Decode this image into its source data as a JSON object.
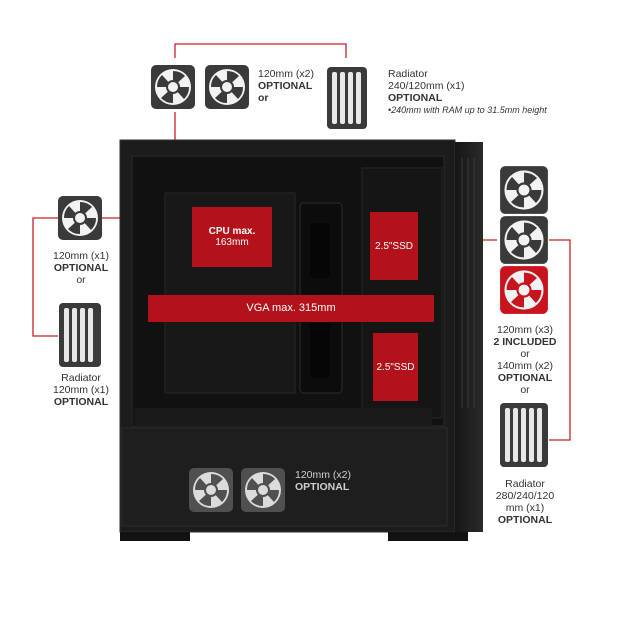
{
  "top": {
    "fans_label": [
      "120mm (x2)",
      "OPTIONAL",
      "or"
    ],
    "radiator_label": [
      "Radiator",
      "240/120mm (x1)",
      "OPTIONAL"
    ],
    "radiator_note": "•240mm with RAM up to 31.5mm height"
  },
  "left": {
    "fan_label": [
      "120mm (x1)",
      "OPTIONAL",
      "or"
    ],
    "radiator_label": [
      "Radiator",
      "120mm (x1)",
      "OPTIONAL"
    ]
  },
  "right": {
    "fans_label": [
      "120mm (x3)",
      "2 INCLUDED",
      "or",
      "140mm (x2)",
      "OPTIONAL",
      "or"
    ],
    "radiator_label": [
      "Radiator",
      "280/240/120",
      "mm (x1)",
      "OPTIONAL"
    ]
  },
  "bottom": {
    "fans_label": [
      "120mm (x2)",
      "OPTIONAL"
    ]
  },
  "zones": {
    "cpu": [
      "CPU max.",
      "163mm"
    ],
    "ssd_top": "2.5\"SSD",
    "vga": "VGA max. 315mm",
    "ssd_bottom": "2.5\"SSD"
  },
  "colors": {
    "accent": "#b4121a",
    "line": "#c8202a",
    "case": "#1b1b1b",
    "fan_included": "#c8141c",
    "fan_optional": "#3a3a3a"
  },
  "icons": {
    "fan": "fan-icon",
    "radiator": "radiator-icon"
  }
}
